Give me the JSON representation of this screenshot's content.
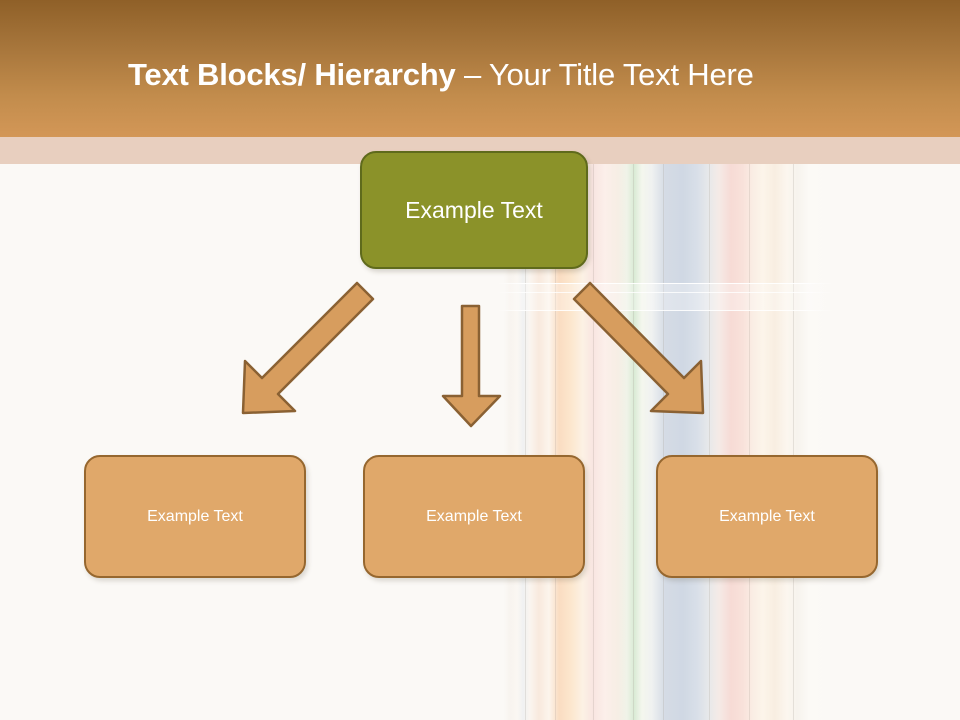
{
  "slide": {
    "title": {
      "bold_part": "Text Blocks/ Hierarchy ",
      "light_part": "– Your Title Text Here"
    },
    "background_image": "colored-drinking-straws-in-glass",
    "colors": {
      "header_gradient_top": "#8f6028",
      "header_gradient_bottom": "#d39757",
      "header_underband": "#e8cfbf",
      "slide_background": "#fbf9f6",
      "parent_box_fill": "#8b9229",
      "parent_box_border": "#5f6a1c",
      "child_box_fill": "#e0a86a",
      "child_box_border": "#96672f",
      "arrow_fill": "#d79d5e",
      "arrow_border": "#8a6133",
      "text_color": "#ffffff"
    }
  },
  "diagram": {
    "type": "hierarchy",
    "parent": {
      "label": "Example Text"
    },
    "children": [
      {
        "label": "Example Text"
      },
      {
        "label": "Example Text"
      },
      {
        "label": "Example Text"
      }
    ],
    "connectors": [
      {
        "name": "arrow-left",
        "direction": "down-left"
      },
      {
        "name": "arrow-center",
        "direction": "down"
      },
      {
        "name": "arrow-right",
        "direction": "down-right"
      }
    ]
  }
}
